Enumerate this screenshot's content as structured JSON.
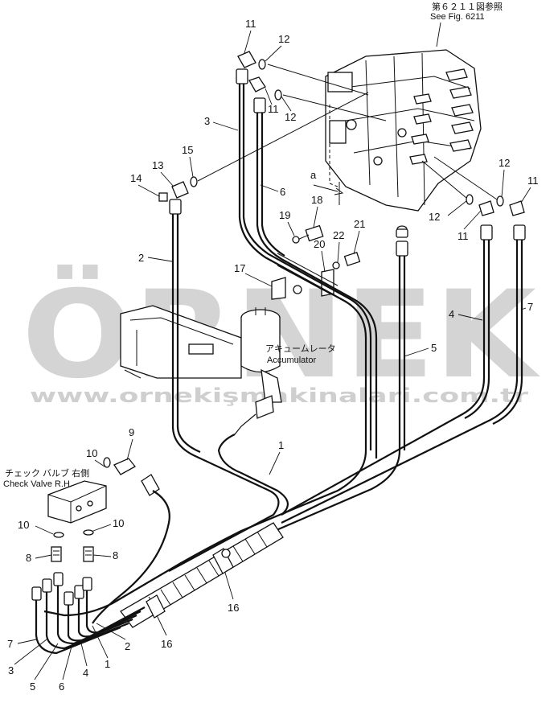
{
  "reference": {
    "jp": "第６２１１図参照",
    "en": "See Fig. 6211"
  },
  "watermark": {
    "word": "ÖRNEK",
    "url": "www.ornekişmakinalari.com.tr",
    "color": "#d4d4d4",
    "accent": "#f6e3a8"
  },
  "components": {
    "accumulator_jp": "アキュームレータ",
    "accumulator_en": "Accumulator",
    "check_valve_jp": "チェック バルブ 右側",
    "check_valve_en": "Check Valve R.H.",
    "view_marker": "a"
  },
  "callouts": [
    {
      "id": "c11a",
      "text": "11"
    },
    {
      "id": "c12a",
      "text": "12"
    },
    {
      "id": "c11b",
      "text": "11"
    },
    {
      "id": "c12b",
      "text": "12"
    },
    {
      "id": "c3a",
      "text": "3"
    },
    {
      "id": "c15",
      "text": "15"
    },
    {
      "id": "c14",
      "text": "14"
    },
    {
      "id": "c13",
      "text": "13"
    },
    {
      "id": "c6a",
      "text": "6"
    },
    {
      "id": "c18",
      "text": "18"
    },
    {
      "id": "c19",
      "text": "19"
    },
    {
      "id": "c20",
      "text": "20"
    },
    {
      "id": "c22",
      "text": "22"
    },
    {
      "id": "c21",
      "text": "21"
    },
    {
      "id": "c2a",
      "text": "2"
    },
    {
      "id": "c17",
      "text": "17"
    },
    {
      "id": "c12c",
      "text": "12"
    },
    {
      "id": "c11c",
      "text": "11"
    },
    {
      "id": "c12d",
      "text": "12"
    },
    {
      "id": "c11d",
      "text": "11"
    },
    {
      "id": "c4a",
      "text": "4"
    },
    {
      "id": "c7a",
      "text": "7"
    },
    {
      "id": "c5a",
      "text": "5"
    },
    {
      "id": "c1a",
      "text": "1"
    },
    {
      "id": "c9",
      "text": "9"
    },
    {
      "id": "c10a",
      "text": "10"
    },
    {
      "id": "c10b",
      "text": "10"
    },
    {
      "id": "c10c",
      "text": "10"
    },
    {
      "id": "c8a",
      "text": "8"
    },
    {
      "id": "c8b",
      "text": "8"
    },
    {
      "id": "c16a",
      "text": "16"
    },
    {
      "id": "c16b",
      "text": "16"
    },
    {
      "id": "c7b",
      "text": "7"
    },
    {
      "id": "c3b",
      "text": "3"
    },
    {
      "id": "c5b",
      "text": "5"
    },
    {
      "id": "c6b",
      "text": "6"
    },
    {
      "id": "c4b",
      "text": "4"
    },
    {
      "id": "c1b",
      "text": "1"
    },
    {
      "id": "c2b",
      "text": "2"
    }
  ]
}
